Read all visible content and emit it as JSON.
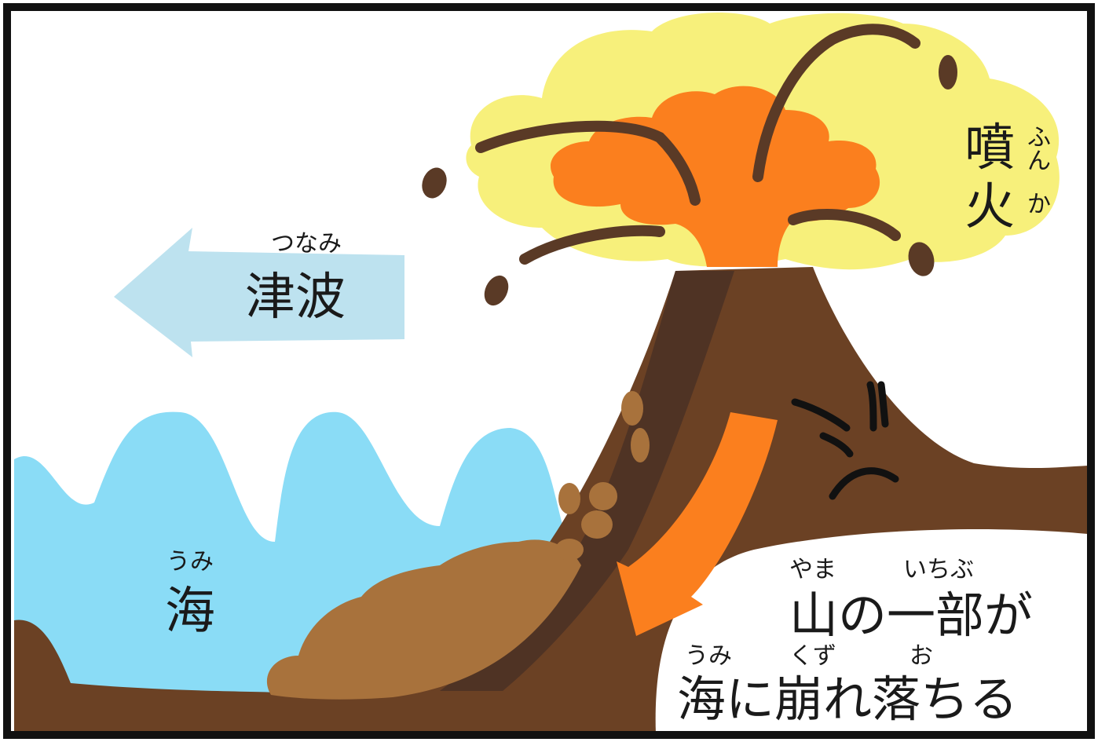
{
  "diagram": {
    "labels": {
      "tsunami": {
        "text": "津波",
        "reading": "つなみ"
      },
      "eruption": {
        "text": "噴火",
        "reading": "ふんか"
      },
      "sea": {
        "text": "海",
        "reading": "うみ"
      },
      "collapse_line1": {
        "text": "山の一部が",
        "reading_yama": "やま",
        "reading_ichibu": "いちぶ"
      },
      "collapse_line2": {
        "text": "海に崩れ落ちる",
        "reading_umi": "うみ",
        "reading_kuzu": "くず",
        "reading_o": "お"
      }
    },
    "colors": {
      "sea": "#8adcf6",
      "tsunami_arrow": "#bde2ef",
      "mountain": "#6b4124",
      "mountain_dark": "#4f3324",
      "landslide": "#a8723c",
      "smoke": "#f7f07b",
      "lava": "#fb7f1e",
      "rock": "#5a3a26",
      "border": "#111111"
    }
  }
}
